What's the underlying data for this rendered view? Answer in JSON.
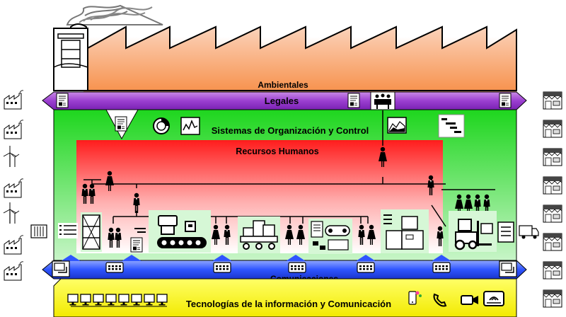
{
  "layers": {
    "environmental": {
      "label": "Ambientales",
      "color": "#f9a77a"
    },
    "legal": {
      "label": "Legales",
      "color": "#9b3fd0"
    },
    "organization_control": {
      "label": "Sistemas de Organización y Control",
      "color": "#33dd33"
    },
    "human_resources": {
      "label": "Recursos Humanos",
      "color": "#ff2a2a"
    },
    "communications": {
      "label": "Comunicaciones",
      "color": "#2f55ff"
    },
    "ict": {
      "label": "Tecnologías de la información y Comunicación",
      "color": "#ffff33"
    }
  },
  "icons": {
    "left_side": [
      "factory-icon",
      "factory-icon",
      "factory-icon",
      "wind-turbine-icon",
      "factory-icon",
      "wind-turbine-icon",
      "factory-icon",
      "factory-icon"
    ],
    "right_side": [
      "store-icon",
      "store-icon",
      "store-icon",
      "store-icon",
      "store-icon",
      "store-icon",
      "store-icon",
      "store-icon"
    ],
    "org_control": [
      "pie-chart-icon",
      "line-chart-icon",
      "area-chart-icon",
      "gantt-chart-icon",
      "document-icon"
    ],
    "legal": [
      "document-icon",
      "meeting-icon"
    ],
    "production": [
      "checklist-icon",
      "pallet-icon",
      "conveyor-icon",
      "cart-icon",
      "process-flow-icon",
      "warehouse-icon",
      "forklift-icon",
      "truck-icon",
      "container-icon"
    ],
    "communications": [
      "network-switch-icon",
      "computer-network-icon"
    ],
    "ict": [
      "computer-icon",
      "phone-icon",
      "video-camera-icon",
      "router-icon",
      "tablet-icon"
    ]
  }
}
